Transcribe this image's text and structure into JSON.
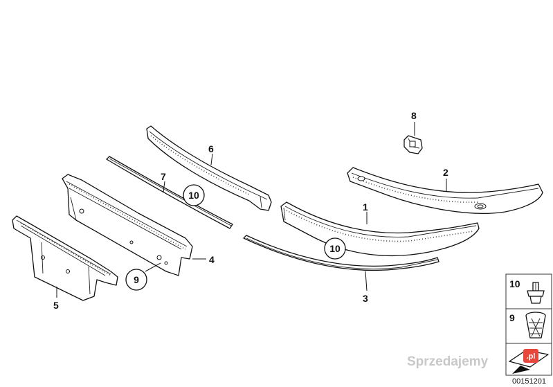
{
  "callouts": {
    "n1": "1",
    "n2": "2",
    "n3": "3",
    "n4": "4",
    "n5": "5",
    "n6": "6",
    "n7": "7",
    "n8": "8",
    "n9_circle": "9",
    "n10_circle_a": "10",
    "n10_circle_b": "10"
  },
  "legend": {
    "item10": "10",
    "item9": "9"
  },
  "watermark": "Sprzedajemy",
  "watermark_badge": ".pl",
  "doc_number": "00151201",
  "colors": {
    "line": "#111111",
    "watermark": "#c8c8c8",
    "badge": "#e8473b"
  }
}
